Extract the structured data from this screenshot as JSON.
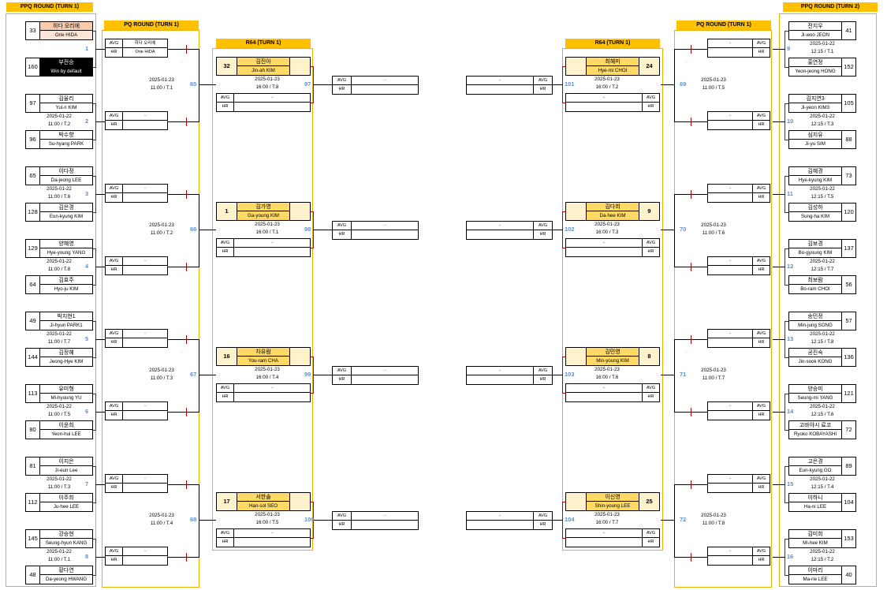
{
  "headers": {
    "ppq1": "PPQ ROUND (TURN 1)",
    "pq1": "PQ ROUND (TURN 1)",
    "r64l": "R64 (TURN 1)",
    "r64r": "R64 (TURN 1)",
    "pq1r": "PQ ROUND (TURN 1)",
    "ppq2": "PPQ ROUND (TURN 2)"
  },
  "labels": {
    "avg": "AVG",
    "hr": "HR",
    "dash": "-"
  },
  "ppq_left": [
    {
      "num": "1",
      "date": "",
      "time": "",
      "a": {
        "seed": "33",
        "ko": "히다 오리에",
        "en": "Orie HIDA"
      },
      "b": {
        "seed": "160",
        "ko": "부전승",
        "en": "Win by default"
      }
    },
    {
      "num": "2",
      "date": "2025-01-22",
      "time": "11:00 / T.2",
      "a": {
        "seed": "97",
        "ko": "김율리",
        "en": "Yul-ri KIM"
      },
      "b": {
        "seed": "96",
        "ko": "박수향",
        "en": "Su-hyang PARK"
      }
    },
    {
      "num": "3",
      "date": "2025-01-22",
      "time": "11:00 / T.6",
      "a": {
        "seed": "65",
        "ko": "이다정",
        "en": "Da-jeong LEE"
      },
      "b": {
        "seed": "128",
        "ko": "김은경",
        "en": "Eun-kyung KIM"
      }
    },
    {
      "num": "4",
      "date": "2025-01-22",
      "time": "11:00 / T.8",
      "a": {
        "seed": "129",
        "ko": "양혜영",
        "en": "Hye-young YANG"
      },
      "b": {
        "seed": "64",
        "ko": "김효주",
        "en": "Hyo-ju KIM"
      }
    },
    {
      "num": "5",
      "date": "2025-01-22",
      "time": "11:00 / T.7",
      "a": {
        "seed": "49",
        "ko": "박지현1",
        "en": "Ji-hyun PARK1"
      },
      "b": {
        "seed": "144",
        "ko": "김정혜",
        "en": "Jeong-Hye KIM"
      }
    },
    {
      "num": "6",
      "date": "2025-01-22",
      "time": "11:00 / T.5",
      "a": {
        "seed": "113",
        "ko": "유미형",
        "en": "Mi-hyoung YU"
      },
      "b": {
        "seed": "80",
        "ko": "이윤희",
        "en": "Yeon-hui LEE"
      }
    },
    {
      "num": "7",
      "date": "2025-01-22",
      "time": "11:00 / T.3",
      "a": {
        "seed": "81",
        "ko": "이지은",
        "en": "Ji-eun Lee"
      },
      "b": {
        "seed": "112",
        "ko": "이주희",
        "en": "Ju-hee LEE"
      }
    },
    {
      "num": "8",
      "date": "2025-01-22",
      "time": "11:00 / T.1",
      "a": {
        "seed": "145",
        "ko": "강승현",
        "en": "Seung-hyun KANG"
      },
      "b": {
        "seed": "48",
        "ko": "황다연",
        "en": "Da-yeong HWANG"
      }
    }
  ],
  "ppq_right": [
    {
      "num": "9",
      "date": "2025-01-22",
      "time": "12:15 / T.1",
      "a": {
        "seed": "41",
        "ko": "전지우",
        "en": "Ji-woo JEON"
      },
      "b": {
        "seed": "152",
        "ko": "홍연정",
        "en": "Yeon-jeong HONG"
      }
    },
    {
      "num": "10",
      "date": "2025-01-22",
      "time": "12:15 / T.3",
      "a": {
        "seed": "105",
        "ko": "김지연3",
        "en": "Ji-yeon KIM3"
      },
      "b": {
        "seed": "88",
        "ko": "심지유",
        "en": "Ji-yu SIM"
      }
    },
    {
      "num": "11",
      "date": "2025-01-22",
      "time": "12:15 / T.5",
      "a": {
        "seed": "73",
        "ko": "김혜경",
        "en": "Hye-kyung KIM"
      },
      "b": {
        "seed": "120",
        "ko": "김성하",
        "en": "Sung-ha KIM"
      }
    },
    {
      "num": "12",
      "date": "2025-01-22",
      "time": "12:15 / T.7",
      "a": {
        "seed": "137",
        "ko": "김보경",
        "en": "Bo-gyoung KIM"
      },
      "b": {
        "seed": "56",
        "ko": "최보람",
        "en": "Bo-ram CHOI"
      }
    },
    {
      "num": "13",
      "date": "2025-01-22",
      "time": "12:15 / T.8",
      "a": {
        "seed": "57",
        "ko": "송민정",
        "en": "Min-jung SONG"
      },
      "b": {
        "seed": "136",
        "ko": "공진숙",
        "en": "Jin-sook KONG"
      }
    },
    {
      "num": "14",
      "date": "2025-01-22",
      "time": "12:15 / T.6",
      "a": {
        "seed": "121",
        "ko": "양승미",
        "en": "Seung-mi YANG"
      },
      "b": {
        "seed": "72",
        "ko": "고바야시 료코",
        "en": "Ryoko KOBAYASHI"
      }
    },
    {
      "num": "15",
      "date": "2025-01-22",
      "time": "12:15 / T.4",
      "a": {
        "seed": "89",
        "ko": "고은경",
        "en": "Eun-kyung GO"
      },
      "b": {
        "seed": "104",
        "ko": "이하니",
        "en": "Ha-ni LEE"
      }
    },
    {
      "num": "16",
      "date": "2025-01-22",
      "time": "12:15 / T.2",
      "a": {
        "seed": "153",
        "ko": "김미희",
        "en": "Mi-hee KIM"
      },
      "b": {
        "seed": "40",
        "ko": "이마리",
        "en": "Ma-rie LEE"
      }
    }
  ],
  "pq_left": [
    {
      "num": "65",
      "date": "2025-01-23",
      "time": "11:00 / T.1",
      "top": "히다 오리에",
      "top_en": "Orie HIDA"
    },
    {
      "num": "66",
      "date": "2025-01-23",
      "time": "11:00 / T.2"
    },
    {
      "num": "67",
      "date": "2025-01-23",
      "time": "11:00 / T.3"
    },
    {
      "num": "68",
      "date": "2025-01-23",
      "time": "11:00 / T.4"
    }
  ],
  "pq_right": [
    {
      "num": "69",
      "date": "2025-01-23",
      "time": "11:00 / T.5"
    },
    {
      "num": "70",
      "date": "2025-01-23",
      "time": "11:00 / T.6"
    },
    {
      "num": "71",
      "date": "2025-01-23",
      "time": "11:00 / T.7"
    },
    {
      "num": "72",
      "date": "2025-01-23",
      "time": "11:00 / T.8"
    }
  ],
  "r64_left": [
    {
      "num": "97",
      "date": "2025-01-23",
      "time": "16:00 / T.8",
      "seed": "32",
      "ko": "김진아",
      "en": "Jin-ah KIM"
    },
    {
      "num": "98",
      "date": "2025-01-23",
      "time": "16:00 / T.1",
      "seed": "1",
      "ko": "김가영",
      "en": "Ga-young KIM"
    },
    {
      "num": "99",
      "date": "2025-01-23",
      "time": "16:00 / T.4",
      "seed": "16",
      "ko": "차유람",
      "en": "You-ram CHA"
    },
    {
      "num": "100",
      "date": "2025-01-23",
      "time": "16:00 / T.5",
      "seed": "17",
      "ko": "서한솔",
      "en": "Han-sol SEO"
    }
  ],
  "r64_right": [
    {
      "num": "101",
      "date": "2025-01-23",
      "time": "16:00 / T.2",
      "seed": "24",
      "ko": "최혜미",
      "en": "Hye-mi CHOI"
    },
    {
      "num": "102",
      "date": "2025-01-23",
      "time": "16:00 / T.3",
      "seed": "9",
      "ko": "김다희",
      "en": "Da-hee KIM"
    },
    {
      "num": "103",
      "date": "2025-01-23",
      "time": "16:00 / T.6",
      "seed": "8",
      "ko": "김민영",
      "en": "Min-young KIM"
    },
    {
      "num": "104",
      "date": "2025-01-23",
      "time": "16:00 / T.7",
      "seed": "25",
      "ko": "이신영",
      "en": "Shin-young LEE"
    }
  ]
}
